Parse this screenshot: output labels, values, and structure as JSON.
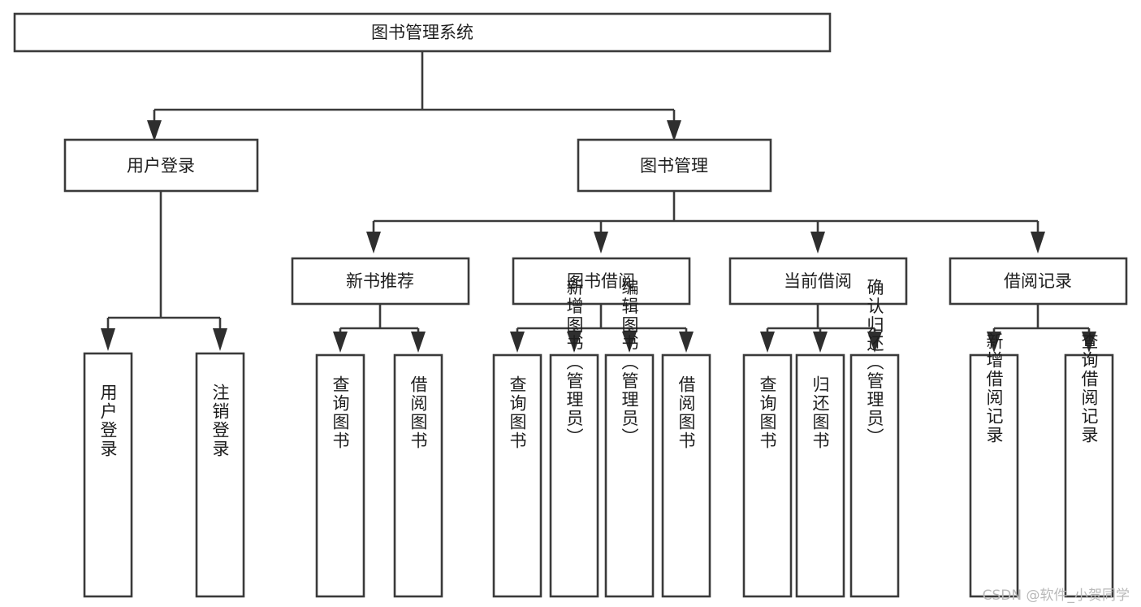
{
  "diagram": {
    "type": "tree",
    "title": "图书管理系统",
    "watermark": "CSDN @软件_小贺同学",
    "colors": {
      "stroke": "#3a3a3a",
      "arrow": "#2e2e2e",
      "box_fill": "#ffffff",
      "text": "#1d1d1d",
      "background": "#ffffff",
      "watermark": "#b9b9b9"
    },
    "root": {
      "label": "图书管理系统"
    },
    "level2": [
      {
        "label": "用户登录"
      },
      {
        "label": "图书管理"
      }
    ],
    "level3": [
      {
        "label": "新书推荐"
      },
      {
        "label": "图书借阅"
      },
      {
        "label": "当前借阅"
      },
      {
        "label": "借阅记录"
      }
    ],
    "leaves": {
      "user_login": [
        {
          "label": "用户登录"
        },
        {
          "label": "注销登录"
        }
      ],
      "new_book_recommend": [
        {
          "label": "查询图书"
        },
        {
          "label": "借阅图书"
        }
      ],
      "book_borrow": [
        {
          "label": "查询图书"
        },
        {
          "label": "新增图书（管理员）"
        },
        {
          "label": "编辑图书（管理员）"
        },
        {
          "label": "借阅图书"
        }
      ],
      "current_borrow": [
        {
          "label": "查询图书"
        },
        {
          "label": "归还图书"
        },
        {
          "label": "确认归还（管理员）"
        }
      ],
      "borrow_record": [
        {
          "label": "新增借阅记录"
        },
        {
          "label": "查询借阅记录"
        }
      ]
    }
  }
}
